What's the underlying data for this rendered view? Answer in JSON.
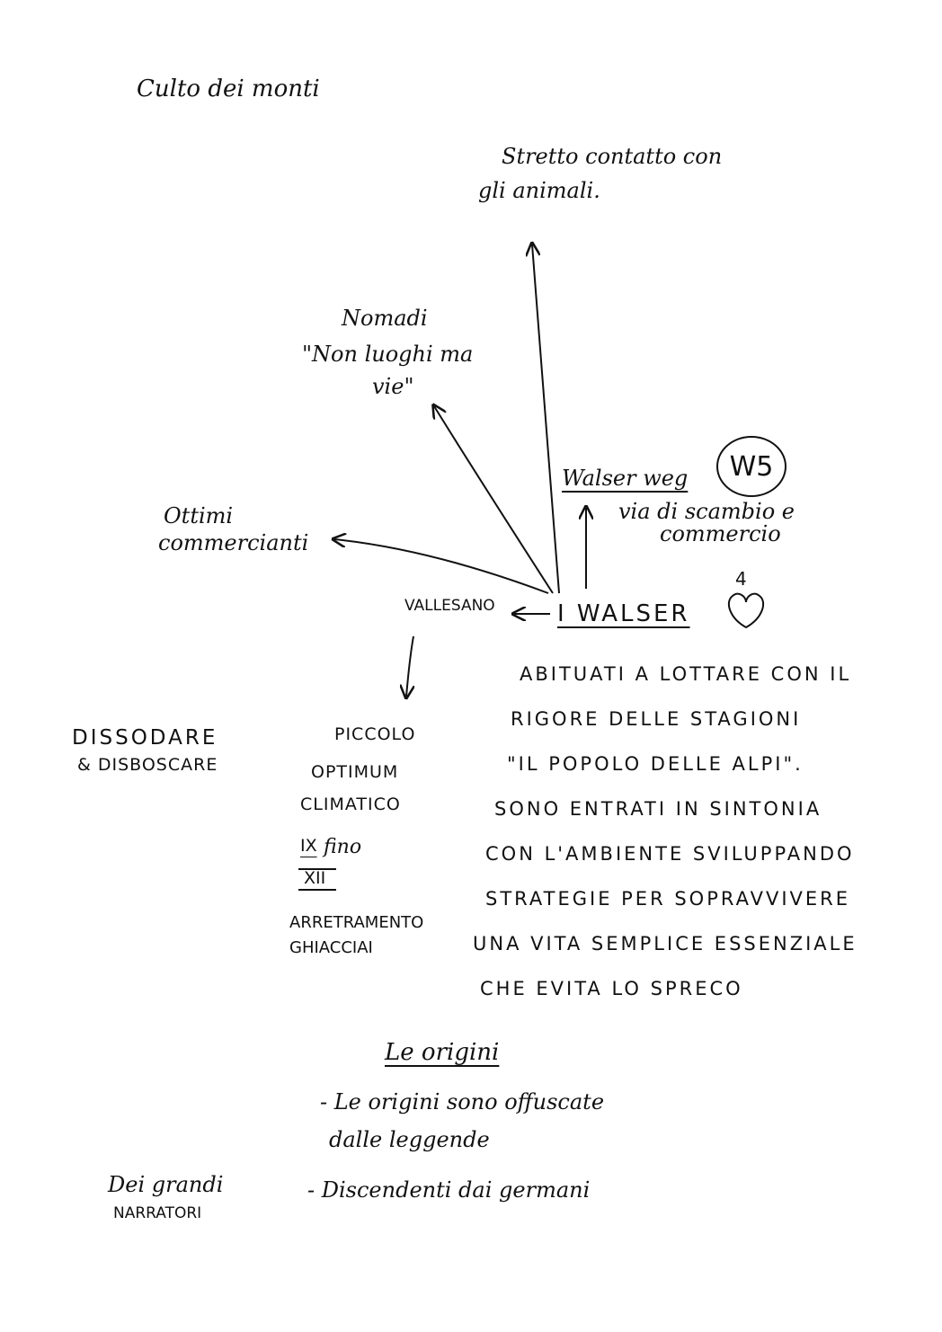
{
  "culto": "Culto dei monti",
  "stretto": [
    "Stretto contatto con",
    "gli animali."
  ],
  "nomadi": [
    "Nomadi",
    "\"Non luoghi ma",
    "vie\""
  ],
  "walser_weg": "Walser weg",
  "via_scambio": [
    "via di scambio e",
    "commercio"
  ],
  "badge": "W5",
  "heart_num": "4",
  "ottimi": [
    "Ottimi",
    "commercianti"
  ],
  "vallesano": "VALLESANO",
  "center": "I WALSER",
  "abituati": [
    "ABITUATI A LOTTARE CON IL",
    "RIGORE DELLE STAGIONI",
    "\"IL POPOLO DELLE ALPI\".",
    "SONO ENTRATI IN SINTONIA",
    "CON L'AMBIENTE SVILUPPANDO",
    "STRATEGIE PER SOPRAVVIVERE",
    "UNA VITA SEMPLICE ESSENZIALE",
    "CHE EVITA LO SPRECO"
  ],
  "dissodare": [
    "DISSODARE",
    "& DISBOSCARE"
  ],
  "piccolo": [
    "PICCOLO",
    "OPTIMUM",
    "CLIMATICO"
  ],
  "secoli": [
    "IX",
    "fino",
    "XII"
  ],
  "arretramento": [
    "ARRETRAMENTO",
    "GHIACCIAI"
  ],
  "origini_title": "Le origini",
  "origini": [
    "- Le origini sono offuscate",
    "dalle leggende",
    "- Discendenti dai germani"
  ],
  "narratori": [
    "Dei grandi",
    "NARRATORI"
  ]
}
